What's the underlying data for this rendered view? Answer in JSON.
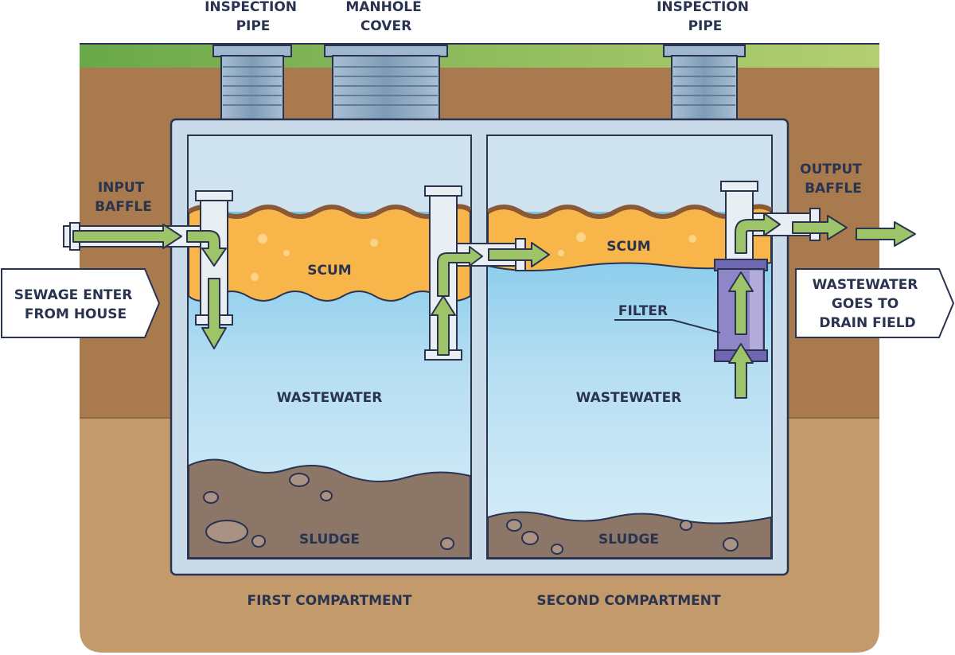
{
  "labels": {
    "inspection_pipe_left": [
      "INSPECTION",
      "PIPE"
    ],
    "manhole_cover": [
      "MANHOLE",
      "COVER"
    ],
    "inspection_pipe_right": [
      "INSPECTION",
      "PIPE"
    ],
    "input_baffle": [
      "INPUT",
      "BAFFLE"
    ],
    "output_baffle": [
      "OUTPUT",
      "BAFFLE"
    ],
    "sewage_enter": [
      "SEWAGE ENTER",
      "FROM HOUSE"
    ],
    "wastewater_goes": [
      "WASTEWATER",
      "GOES TO",
      "DRAIN FIELD"
    ],
    "scum_1": "SCUM",
    "scum_2": "SCUM",
    "wastewater_1": "WASTEWATER",
    "wastewater_2": "WASTEWATER",
    "sludge_1": "SLUDGE",
    "sludge_2": "SLUDGE",
    "filter": "FILTER",
    "first_compartment": "FIRST COMPARTMENT",
    "second_compartment": "SECOND COMPARTMENT"
  },
  "colors": {
    "grass": "#7fb24a",
    "soil_top": "#a97a4e",
    "soil_bottom": "#c29a6b",
    "tank_wall": "#c9dbe8",
    "scum": "#f7b54a",
    "water_top": "#5bb9e6",
    "water_bottom": "#d4ecf7",
    "sludge": "#8b7668",
    "arrow": "#9ec46a",
    "pipe": "#e9eef3",
    "filter": "#8f86c8",
    "outline": "#2a3350"
  }
}
